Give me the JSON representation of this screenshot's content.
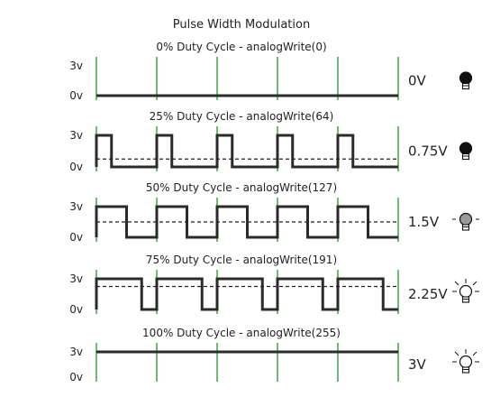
{
  "title": "Pulse Width Modulation",
  "axis_labels": {
    "high": "3v",
    "low": "0v"
  },
  "colors": {
    "signal": "#2b2b2b",
    "period_marker": "#2e9e3a",
    "average_line": "#222222",
    "bulb_off": "#111111",
    "bulb_dim": "#9a9a9a",
    "bulb_bright": "#ffffff"
  },
  "panels": [
    {
      "label": "0% Duty Cycle - analogWrite(0)",
      "duty": 0,
      "voltage": "0V",
      "bulb": "off"
    },
    {
      "label": "25% Duty Cycle - analogWrite(64)",
      "duty": 0.25,
      "voltage": "0.75V",
      "bulb": "off"
    },
    {
      "label": "50% Duty Cycle - analogWrite(127)",
      "duty": 0.5,
      "voltage": "1.5V",
      "bulb": "dim"
    },
    {
      "label": "75% Duty Cycle - analogWrite(191)",
      "duty": 0.75,
      "voltage": "2.25V",
      "bulb": "bright"
    },
    {
      "label": "100% Duty Cycle - analogWrite(255)",
      "duty": 1,
      "voltage": "3V",
      "bulb": "bright"
    }
  ],
  "periods_shown": 5,
  "icons": {
    "bulb": "lightbulb-icon"
  }
}
